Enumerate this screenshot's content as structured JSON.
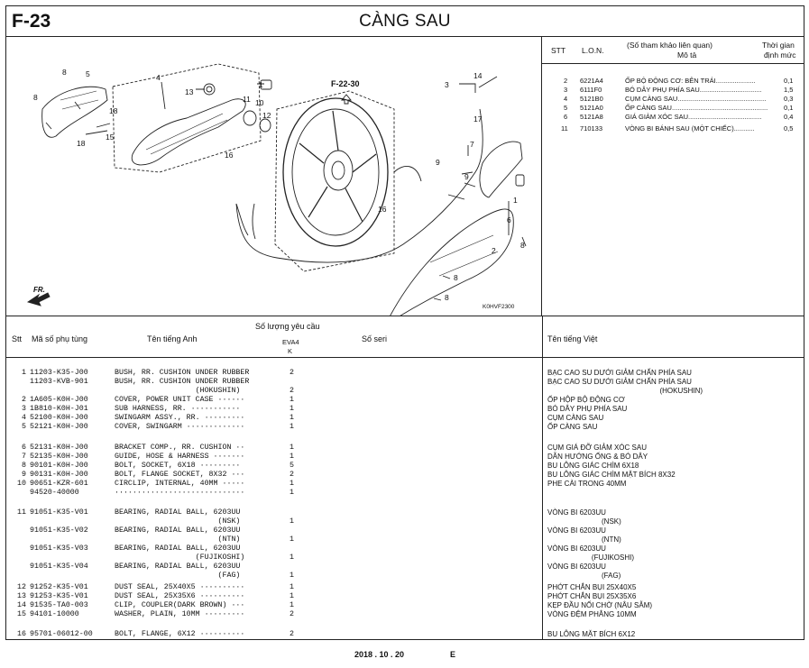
{
  "header": {
    "code": "F-23",
    "title": "CÀNG SAU"
  },
  "diagram": {
    "ref_label": "F-22-30",
    "figure_id": "K0HVF2300",
    "fr_label": "FR.",
    "callouts": [
      "8",
      "5",
      "4",
      "13",
      "1",
      "11",
      "10",
      "12",
      "18",
      "18",
      "15",
      "8",
      "16",
      "3",
      "14",
      "17",
      "7",
      "9",
      "9",
      "6",
      "1",
      "16",
      "2",
      "8",
      "8",
      "8"
    ]
  },
  "sidebar": {
    "headers": {
      "stt": "STT",
      "lon": "L.O.N.",
      "desc1": "(Số tham khảo liên quan)",
      "desc2": "Mô tả",
      "time1": "Thời gian",
      "time2": "định mức"
    },
    "rows": [
      {
        "stt": "2",
        "lon": "6221A4",
        "desc": "ỐP BỘ ĐỘNG CƠ: BÊN TRÁI.....................",
        "time": "0,1"
      },
      {
        "stt": "3",
        "lon": "6111F0",
        "desc": "BÓ DÂY PHỤ PHÍA SAU.................................",
        "time": "1,5"
      },
      {
        "stt": "4",
        "lon": "5121B0",
        "desc": "CỤM CÀNG SAU...............................................",
        "time": "0,3"
      },
      {
        "stt": "5",
        "lon": "5121A0",
        "desc": "ỐP CÀNG SAU...................................................",
        "time": "0,1"
      },
      {
        "stt": "6",
        "lon": "5121A8",
        "desc": "GIÁ GIẢM XÓC SAU.......................................",
        "time": "0,4"
      },
      {
        "stt": "11",
        "lon": "710133",
        "desc": "VÒNG BI BÁNH SAU (MỘT CHIẾC)...........",
        "time": "0,5"
      }
    ]
  },
  "table": {
    "headers": {
      "stt": "Stt",
      "part_no": "Mã số phụ tùng",
      "name_en": "Tên tiếng Anh",
      "qty": "Số lượng yêu cầu",
      "qty_sub1": "EVA4",
      "qty_sub2": "K",
      "serial": "Số seri",
      "name_vi": "Tên tiếng Việt"
    },
    "rows": [
      {
        "stt": "1",
        "part": "11203-K35-J00",
        "en": "BUSH, RR. CUSHION UNDER RUBBER",
        "qty": "2",
        "vi": "BẠC CAO SU DƯỚI GIẢM CHẤN PHÍA SAU"
      },
      {
        "stt": "",
        "part": "11203-KVB-901",
        "en": "BUSH, RR. CUSHION UNDER RUBBER",
        "qty": "",
        "vi": "BẠC CAO SU DƯỚI GIẢM CHẤN PHÍA SAU"
      },
      {
        "stt": "",
        "part": "",
        "en": "                  (HOKUSHIN)",
        "qty": "2",
        "vi": "                                                        (HOKUSHIN)"
      },
      {
        "stt": "2",
        "part": "1A605-K0H-J00",
        "en": "COVER, POWER UNIT CASE ······",
        "qty": "1",
        "vi": "ỐP HỘP BỘ ĐỘNG CƠ"
      },
      {
        "stt": "3",
        "part": "1B810-K0H-J01",
        "en": "SUB HARNESS, RR. ···········",
        "qty": "1",
        "vi": "BÓ DÂY PHỤ PHÍA SAU"
      },
      {
        "stt": "4",
        "part": "52100-K0H-J00",
        "en": "SWINGARM ASSY., RR. ·········",
        "qty": "1",
        "vi": "CỤM CÀNG SAU"
      },
      {
        "stt": "5",
        "part": "52121-K0H-J00",
        "en": "COVER, SWINGARM ·············",
        "qty": "1",
        "vi": "ỐP CÀNG SAU"
      },
      {
        "stt": "6",
        "part": "52131-K0H-J00",
        "en": "BRACKET COMP., RR. CUSHION ··",
        "qty": "1",
        "vi": "CỤM GIÁ ĐỠ GIẢM XÓC SAU"
      },
      {
        "stt": "7",
        "part": "52135-K0H-J00",
        "en": "GUIDE, HOSE & HARNESS ·······",
        "qty": "1",
        "vi": "DẪN HƯỚNG ỐNG & BÓ DÂY"
      },
      {
        "stt": "8",
        "part": "90101-K0H-J00",
        "en": "BOLT, SOCKET, 6X18 ·········",
        "qty": "5",
        "vi": "BU LÔNG GIÁC CHÌM 6X18"
      },
      {
        "stt": "9",
        "part": "90131-K0H-J00",
        "en": "BOLT, FLANGE SOCKET, 8X32 ···",
        "qty": "2",
        "vi": "BU LÔNG GIÁC CHÌM MẶT BÍCH 8X32"
      },
      {
        "stt": "10",
        "part": "90651-KZR-601",
        "en": "CIRCLIP, INTERNAL, 40MM ·····",
        "qty": "1",
        "vi": "PHE CÀI TRONG 40MM"
      },
      {
        "stt": "",
        "part": "94520-40000",
        "en": "·····························",
        "qty": "1",
        "vi": ""
      },
      {
        "stt": "11",
        "part": "91051-K35-V01",
        "en": "BEARING, RADIAL BALL, 6203UU",
        "qty": "",
        "vi": "VÒNG BI 6203UU"
      },
      {
        "stt": "",
        "part": "",
        "en": "                       (NSK)",
        "qty": "1",
        "vi": "                           (NSK)"
      },
      {
        "stt": "",
        "part": "91051-K35-V02",
        "en": "BEARING, RADIAL BALL, 6203UU",
        "qty": "",
        "vi": "VÒNG BI 6203UU"
      },
      {
        "stt": "",
        "part": "",
        "en": "                       (NTN)",
        "qty": "1",
        "vi": "                           (NTN)"
      },
      {
        "stt": "",
        "part": "91051-K35-V03",
        "en": "BEARING, RADIAL BALL, 6203UU",
        "qty": "",
        "vi": "VÒNG BI 6203UU"
      },
      {
        "stt": "",
        "part": "",
        "en": "                  (FUJIKOSHI)",
        "qty": "1",
        "vi": "                      (FUJIKOSHI)"
      },
      {
        "stt": "",
        "part": "91051-K35-V04",
        "en": "BEARING, RADIAL BALL, 6203UU",
        "qty": "",
        "vi": "VÒNG BI 6203UU"
      },
      {
        "stt": "",
        "part": "",
        "en": "                       (FAG)",
        "qty": "1",
        "vi": "                           (FAG)"
      },
      {
        "stt": "12",
        "part": "91252-K35-V01",
        "en": "DUST SEAL, 25X40X5 ··········",
        "qty": "1",
        "vi": "PHỚT CHẮN BỤI 25X40X5"
      },
      {
        "stt": "13",
        "part": "91253-K35-V01",
        "en": "DUST SEAL, 25X35X6 ··········",
        "qty": "1",
        "vi": "PHỚT CHẮN BỤI 25X35X6"
      },
      {
        "stt": "14",
        "part": "91535-TA0-003",
        "en": "CLIP, COUPLER(DARK BROWN) ···",
        "qty": "1",
        "vi": "KẸP ĐẦU NỐI CHỜ (NÂU SẪM)"
      },
      {
        "stt": "15",
        "part": "94101-10000",
        "en": "WASHER, PLAIN, 10MM ·········",
        "qty": "2",
        "vi": "VÒNG ĐỆM PHẲNG 10MM"
      },
      {
        "stt": "16",
        "part": "95701-06012-00",
        "en": "BOLT, FLANGE, 6X12 ··········",
        "qty": "2",
        "vi": "BU LÔNG MẶT BÍCH 6X12"
      }
    ]
  },
  "footer": {
    "date": "2018 . 10 . 20",
    "edition": "E"
  }
}
